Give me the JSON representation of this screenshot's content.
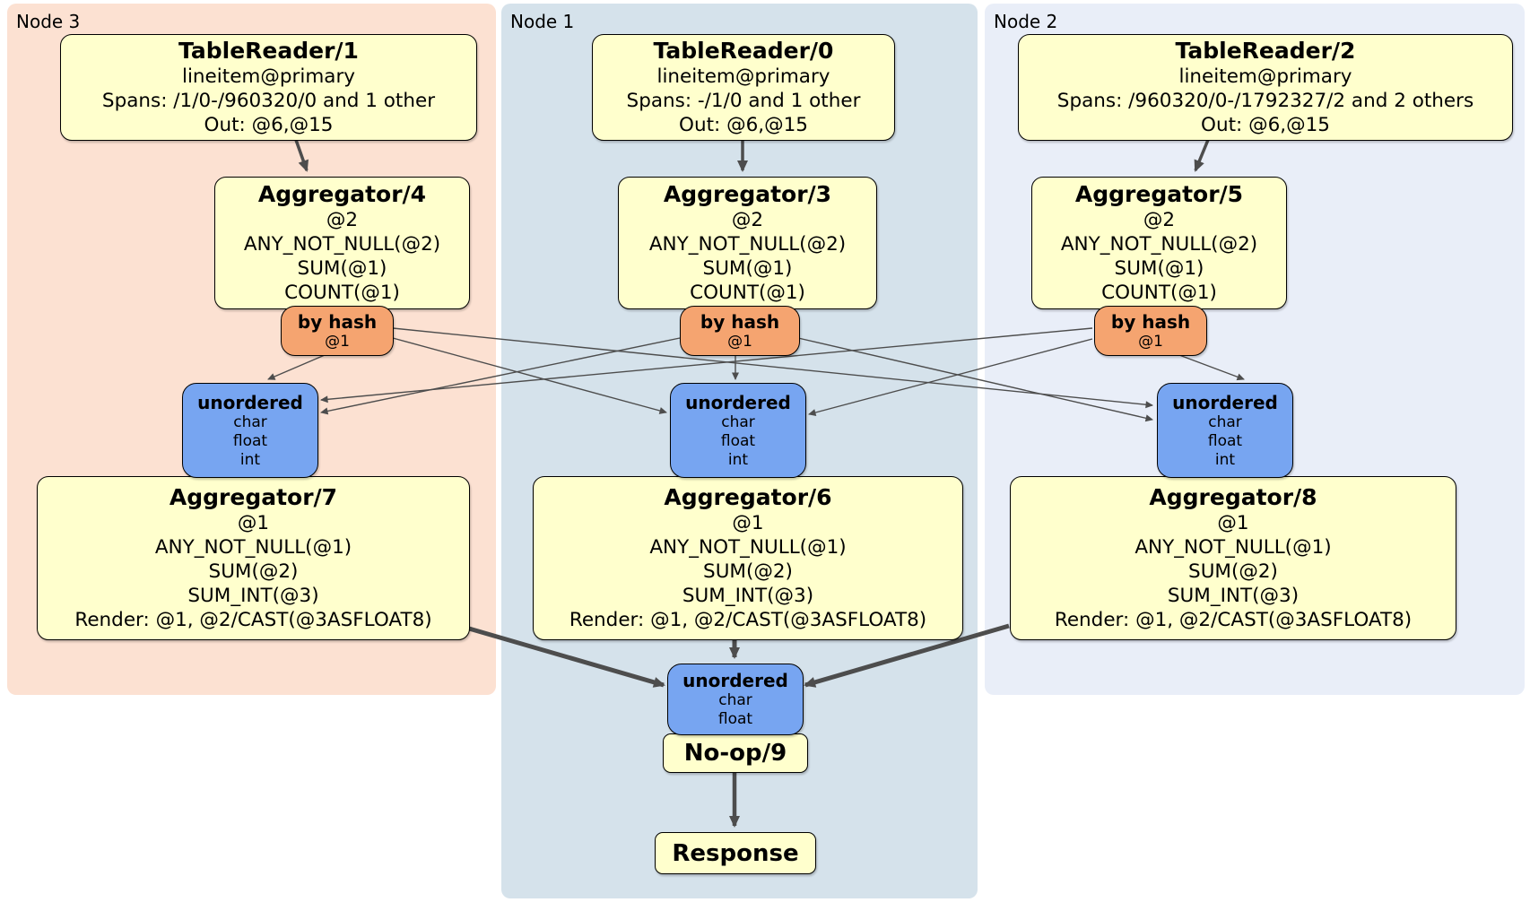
{
  "colors": {
    "node3_bg": "#fce1d2",
    "node1_bg": "#d5e2eb",
    "node2_bg": "#e9eef8",
    "processor_fill": "#ffffcd",
    "router_fill": "#f5a470",
    "sync_fill": "#77a5f1",
    "edge": "#4d4d4d",
    "border": "#000000"
  },
  "regions": [
    {
      "label": "Node 3"
    },
    {
      "label": "Node 1"
    },
    {
      "label": "Node 2"
    }
  ],
  "boxes": {
    "tr1": {
      "title": "TableReader/1",
      "rows": [
        "lineitem@primary",
        "Spans: /1/0-/960320/0 and 1 other",
        "Out: @6,@15"
      ]
    },
    "tr0": {
      "title": "TableReader/0",
      "rows": [
        "lineitem@primary",
        "Spans: -/1/0 and 1 other",
        "Out: @6,@15"
      ]
    },
    "tr2": {
      "title": "TableReader/2",
      "rows": [
        "lineitem@primary",
        "Spans: /960320/0-/1792327/2 and 2 others",
        "Out: @6,@15"
      ]
    },
    "agg4": {
      "title": "Aggregator/4",
      "rows": [
        "@2",
        "ANY_NOT_NULL(@2)",
        "SUM(@1)",
        "COUNT(@1)"
      ]
    },
    "agg3": {
      "title": "Aggregator/3",
      "rows": [
        "@2",
        "ANY_NOT_NULL(@2)",
        "SUM(@1)",
        "COUNT(@1)"
      ]
    },
    "agg5": {
      "title": "Aggregator/5",
      "rows": [
        "@2",
        "ANY_NOT_NULL(@2)",
        "SUM(@1)",
        "COUNT(@1)"
      ]
    },
    "hash3": {
      "title": "by hash",
      "rows": [
        "@1"
      ]
    },
    "hash1": {
      "title": "by hash",
      "rows": [
        "@1"
      ]
    },
    "hash2": {
      "title": "by hash",
      "rows": [
        "@1"
      ]
    },
    "sync3": {
      "title": "unordered",
      "rows": [
        "char",
        "float",
        "int"
      ]
    },
    "sync1": {
      "title": "unordered",
      "rows": [
        "char",
        "float",
        "int"
      ]
    },
    "sync2": {
      "title": "unordered",
      "rows": [
        "char",
        "float",
        "int"
      ]
    },
    "agg7": {
      "title": "Aggregator/7",
      "rows": [
        "@1",
        "ANY_NOT_NULL(@1)",
        "SUM(@2)",
        "SUM_INT(@3)",
        "Render: @1, @2/CAST(@3ASFLOAT8)"
      ]
    },
    "agg6": {
      "title": "Aggregator/6",
      "rows": [
        "@1",
        "ANY_NOT_NULL(@1)",
        "SUM(@2)",
        "SUM_INT(@3)",
        "Render: @1, @2/CAST(@3ASFLOAT8)"
      ]
    },
    "agg8": {
      "title": "Aggregator/8",
      "rows": [
        "@1",
        "ANY_NOT_NULL(@1)",
        "SUM(@2)",
        "SUM_INT(@3)",
        "Render: @1, @2/CAST(@3ASFLOAT8)"
      ]
    },
    "syncf": {
      "title": "unordered",
      "rows": [
        "char",
        "float"
      ]
    },
    "noop": {
      "title": "No-op/9"
    },
    "response": {
      "title": "Response"
    }
  }
}
